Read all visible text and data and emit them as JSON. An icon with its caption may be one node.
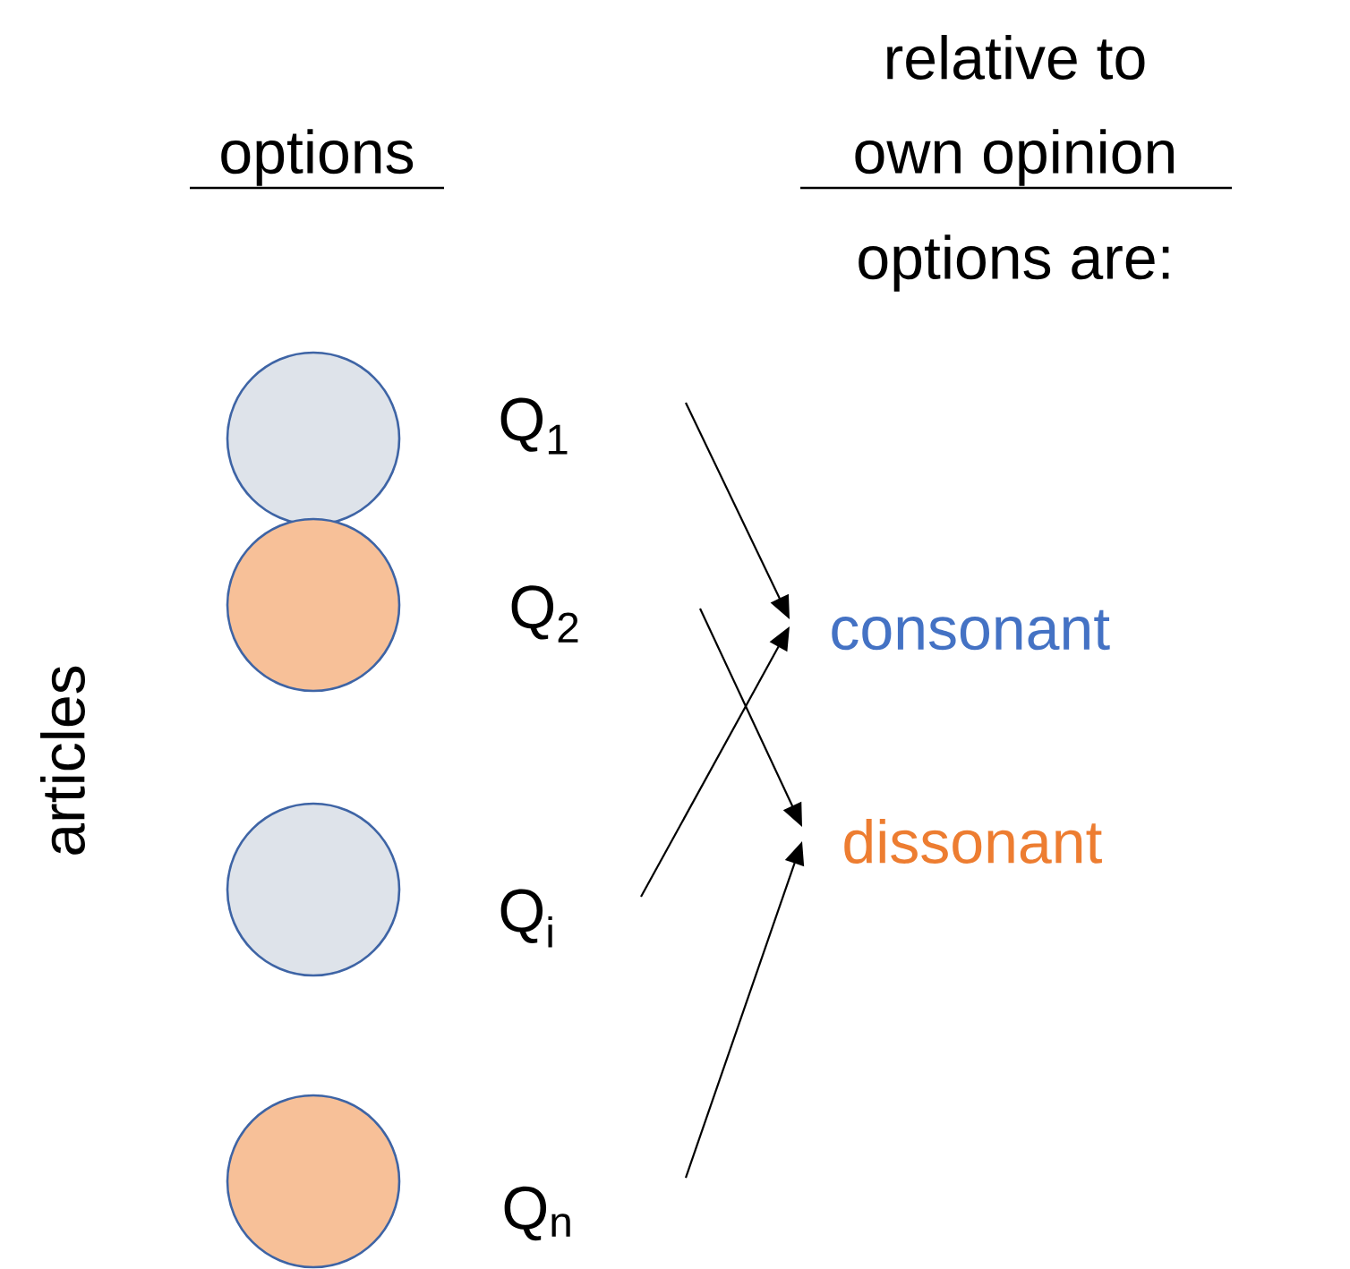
{
  "diagram": {
    "nodes": [
      {
        "text": [],
        "shape": "circle"
      },
      {
        "text": [],
        "shape": "circle"
      },
      {
        "text": [],
        "shape": "circle"
      },
      {
        "text": [],
        "shape": "circle"
      },
      {
        "text": [
          "Q$_{1}$"
        ]
      },
      {
        "text": [
          "Q$_{2}$"
        ]
      },
      {
        "text": [
          "Q$_{i}$"
        ]
      },
      {
        "text": [
          "Q$_{n}$"
        ]
      },
      {
        "text": [
          "consonant"
        ]
      },
      {
        "text": [
          "dissonant"
        ]
      }
    ],
    "edges": [
      {
        "from": 4,
        "to": 8,
        "arrow": "to"
      },
      {
        "from": 5,
        "to": 9,
        "arrow": "to"
      },
      {
        "from": 6,
        "to": 8,
        "arrow": "to"
      },
      {
        "from": 7,
        "to": 9,
        "arrow": "to"
      }
    ],
    "labels": [
      "options",
      "relative to",
      "own opinion",
      "options are:",
      "articles"
    ]
  }
}
